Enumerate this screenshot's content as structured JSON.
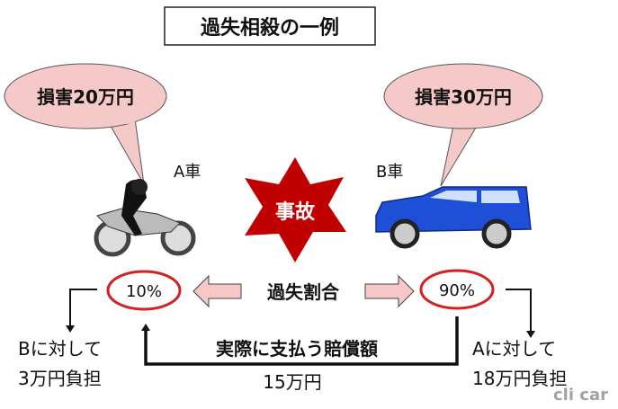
{
  "title": "過失相殺の一例",
  "party_a": {
    "label": "A車",
    "damage": "損害20万円",
    "ratio": "10%",
    "burden_line1": "Bに対して",
    "burden_line2": "3万円負担"
  },
  "party_b": {
    "label": "B車",
    "damage": "損害30万円",
    "ratio": "90%",
    "burden_line1": "Aに対して",
    "burden_line2": "18万円負担"
  },
  "accident": "事故",
  "fault_ratio_label": "過失割合",
  "payment": {
    "label": "実際に支払う賠償額",
    "amount": "15万円"
  },
  "watermark": "clicccar",
  "colors": {
    "bubble": "#f6c9c9",
    "star": "#c00000",
    "ellipse": "#d42020",
    "arrow_fill": "#f7c6c6",
    "car": "#1f4fd6"
  }
}
